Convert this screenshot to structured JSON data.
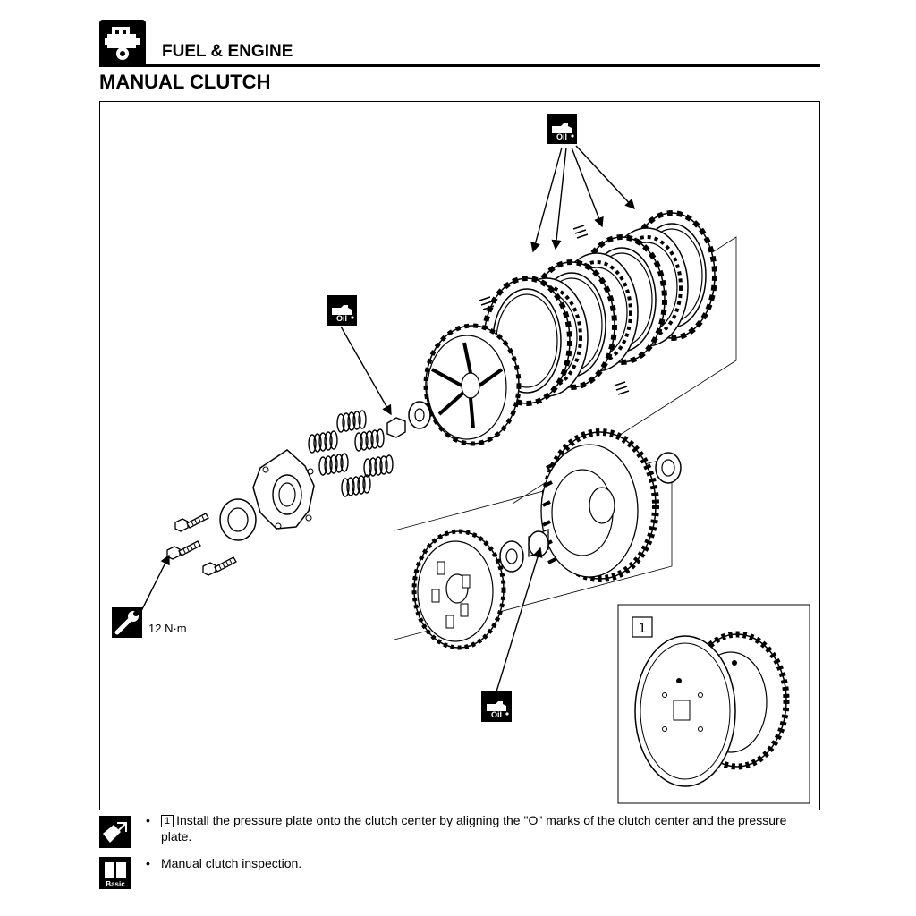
{
  "header": {
    "section_title": "FUEL & ENGINE",
    "page_title": "MANUAL CLUTCH",
    "section_icon": "engine-fuel-icon"
  },
  "diagram": {
    "oil_label": "Oil",
    "torque_value": "12 N·m",
    "detail_number": "1",
    "icons": [
      "oil-can-icon",
      "wrench-icon"
    ]
  },
  "notes": {
    "bullet": "•",
    "note_ref": "1",
    "note_text": "Install the pressure plate onto the clutch center by aligning the \"O\" marks of the clutch center and the pressure plate.",
    "basic_label": "Basic",
    "basic_text": "Manual clutch inspection.",
    "icons": [
      "install-note-icon",
      "book-basic-icon"
    ]
  }
}
